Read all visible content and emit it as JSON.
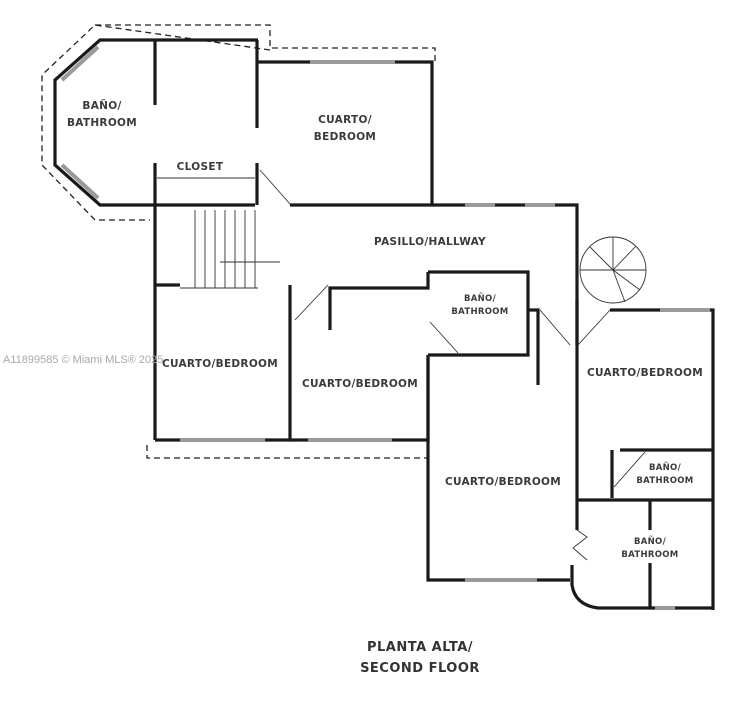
{
  "floor_plan": {
    "title_line1": "Planta Alta/",
    "title_line2": "Second Floor",
    "watermark": "A11899585 © Miami MLS® 2025",
    "rooms": [
      {
        "id": "bath-nw",
        "line1": "Baño/",
        "line2": "Bathroom"
      },
      {
        "id": "bed-n",
        "line1": "Cuarto/",
        "line2": "Bedroom"
      },
      {
        "id": "closet",
        "line1": "Closet"
      },
      {
        "id": "hallway",
        "line1": "Pasillo/Hallway"
      },
      {
        "id": "bath-center",
        "line1": "Baño/",
        "line2": "Bathroom"
      },
      {
        "id": "bed-w",
        "line1": "Cuarto/Bedroom"
      },
      {
        "id": "bed-center",
        "line1": "Cuarto/Bedroom"
      },
      {
        "id": "bed-e",
        "line1": "Cuarto/Bedroom"
      },
      {
        "id": "bath-e",
        "line1": "Baño/",
        "line2": "Bathroom"
      },
      {
        "id": "bed-s",
        "line1": "Cuarto/Bedroom"
      },
      {
        "id": "bath-se",
        "line1": "Baño/",
        "line2": "Bathroom"
      }
    ],
    "features": [
      "staircase",
      "spiral-staircase",
      "windows",
      "doors"
    ]
  }
}
